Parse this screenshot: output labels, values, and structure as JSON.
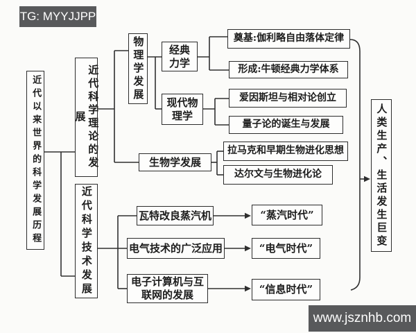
{
  "watermarks": {
    "top_left": "TG: MYYJJPP",
    "bottom_right": "www.jsznhb.com"
  },
  "colors": {
    "badge_bg": "#58595b",
    "badge_text": "#fefefe",
    "line": "#2f2f2f",
    "box_border": "#2b2b2b",
    "box_bg": "#fdfdfc",
    "page_bg": "#fbfbf9"
  },
  "nodes": {
    "root": {
      "label": "近代以来世界的科学发展历程"
    },
    "theory": {
      "label": "近代科学理论的发展"
    },
    "tech": {
      "label": "近代科学技术发展"
    },
    "physics": {
      "label": "物理学发展"
    },
    "classical": {
      "label": "经典力学"
    },
    "modern": {
      "label": "现代物理学"
    },
    "biology": {
      "label": "生物学发展"
    },
    "foundation": {
      "label": "奠基:伽利略自由落体定律"
    },
    "formation": {
      "label": "形成:牛顿经典力学体系"
    },
    "einstein": {
      "label": "爱因斯坦与相对论创立"
    },
    "quantum": {
      "label": "量子论的诞生与发展"
    },
    "lamarck": {
      "label": "拉马克和早期生物进化思想"
    },
    "darwin": {
      "label": "达尔文与生物进化论"
    },
    "watt": {
      "label": "瓦特改良蒸汽机"
    },
    "steam_age": {
      "label": "“蒸汽时代”"
    },
    "electric_app": {
      "label": "电气技术的广泛应用"
    },
    "electric_age": {
      "label": "“电气时代”"
    },
    "computer": {
      "label": "电子计算机与互联网的发展"
    },
    "info_age": {
      "label": "“信息时代”"
    },
    "outcome": {
      "label": "人类生产、生活发生巨变"
    }
  }
}
